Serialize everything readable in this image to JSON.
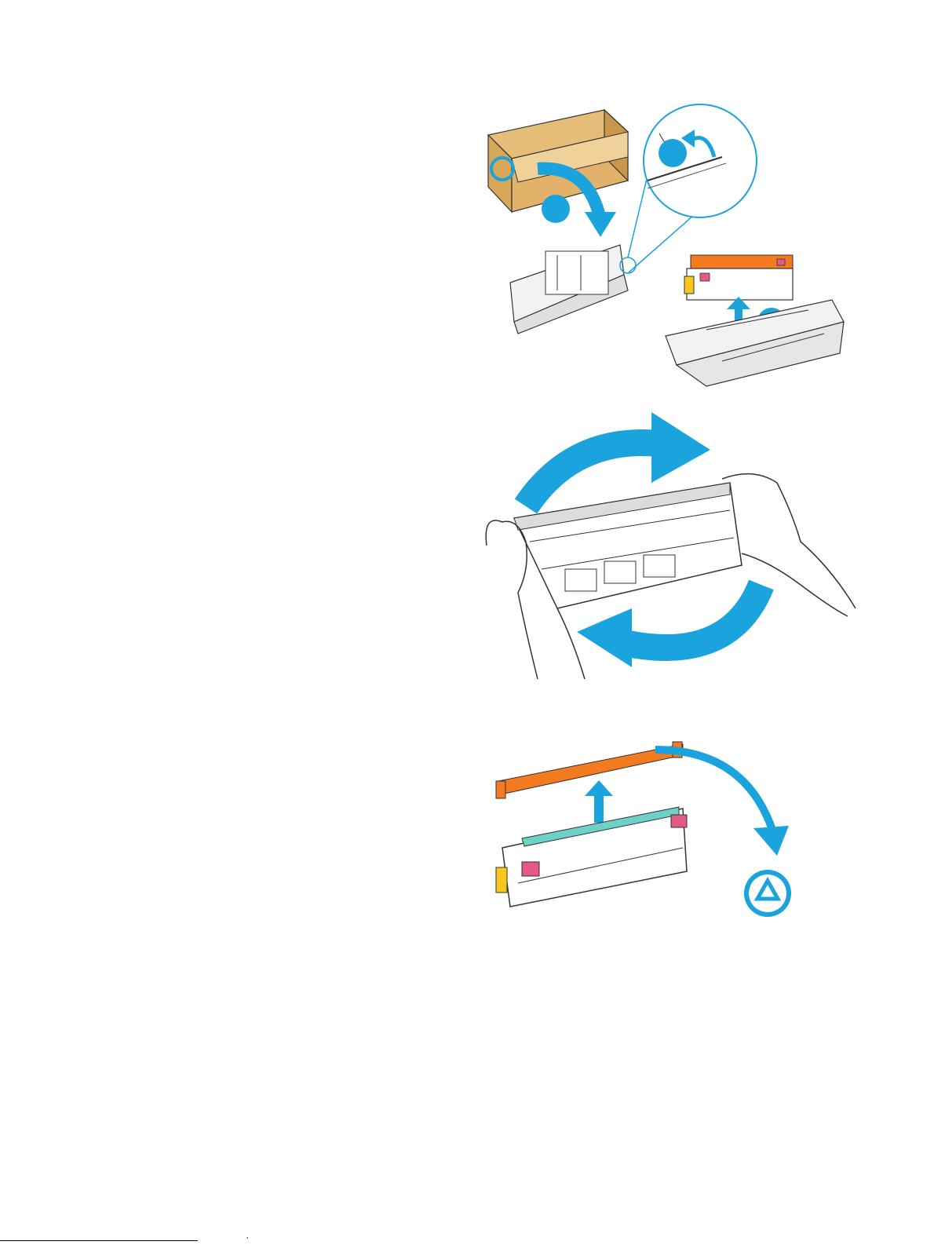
{
  "figures": [
    {
      "name": "unpack-cartridge",
      "icon": "unpack-cartridge-illustration"
    },
    {
      "name": "shake-cartridge",
      "icon": "shake-cartridge-illustration"
    },
    {
      "name": "remove-shipping-cover",
      "icon": "remove-cover-illustration"
    }
  ],
  "colors": {
    "accent": "#1aa3dd",
    "cover": "#f37a1f",
    "box": "#d8a85a",
    "yellow": "#f8c81c",
    "magenta": "#e45a85"
  },
  "footer": {
    "mark": "’"
  }
}
